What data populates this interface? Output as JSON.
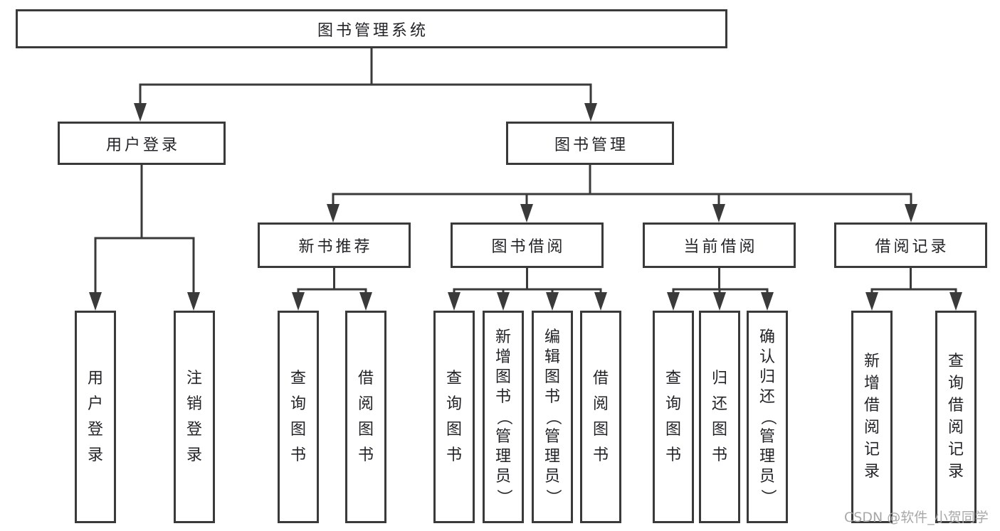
{
  "colors": {
    "line": "#3a3a3a",
    "text": "#232328",
    "background": "#ffffff",
    "watermark": "#a8a8a8"
  },
  "watermark": {
    "text": "CSDN @软件_小贺同学"
  },
  "tree": {
    "label": "图书管理系统",
    "children": [
      {
        "label": "用户登录",
        "children": [
          {
            "label": "用户登录"
          },
          {
            "label": "注销登录"
          }
        ]
      },
      {
        "label": "图书管理",
        "children": [
          {
            "label": "新书推荐",
            "children": [
              {
                "label": "查询图书"
              },
              {
                "label": "借阅图书"
              }
            ]
          },
          {
            "label": "图书借阅",
            "children": [
              {
                "label": "查询图书"
              },
              {
                "label": "新增图书（管理员）"
              },
              {
                "label": "编辑图书（管理员）"
              },
              {
                "label": "借阅图书"
              }
            ]
          },
          {
            "label": "当前借阅",
            "children": [
              {
                "label": "查询图书"
              },
              {
                "label": "归还图书"
              },
              {
                "label": "确认归还（管理员）"
              }
            ]
          },
          {
            "label": "借阅记录",
            "children": [
              {
                "label": "新增借阅记录"
              },
              {
                "label": "查询借阅记录"
              }
            ]
          }
        ]
      }
    ]
  }
}
